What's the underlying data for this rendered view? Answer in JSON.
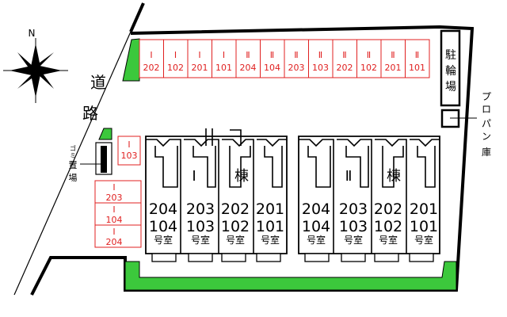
{
  "compass": {
    "north": "N"
  },
  "road": {
    "chars": [
      "道",
      "路"
    ]
  },
  "garbage": {
    "label_chars": [
      "ゴ",
      "ミ",
      "置",
      "場"
    ]
  },
  "parking_top": [
    {
      "bldg": "Ⅰ",
      "room": "202"
    },
    {
      "bldg": "Ⅰ",
      "room": "102"
    },
    {
      "bldg": "Ⅰ",
      "room": "201"
    },
    {
      "bldg": "Ⅰ",
      "room": "101"
    },
    {
      "bldg": "Ⅱ",
      "room": "204"
    },
    {
      "bldg": "Ⅱ",
      "room": "104"
    },
    {
      "bldg": "Ⅱ",
      "room": "203"
    },
    {
      "bldg": "Ⅱ",
      "room": "103"
    },
    {
      "bldg": "Ⅱ",
      "room": "202"
    },
    {
      "bldg": "Ⅱ",
      "room": "102"
    },
    {
      "bldg": "Ⅱ",
      "room": "201"
    },
    {
      "bldg": "Ⅱ",
      "room": "101"
    }
  ],
  "parking_single": {
    "bldg": "Ⅰ",
    "room": "103"
  },
  "parking_left": [
    {
      "bldg": "Ⅰ",
      "room": "203"
    },
    {
      "bldg": "Ⅰ",
      "room": "104"
    },
    {
      "bldg": "Ⅰ",
      "room": "204"
    }
  ],
  "bicycle": {
    "chars": [
      "駐",
      "輪",
      "場"
    ]
  },
  "propane": {
    "chars": [
      "プ",
      "ロ",
      "パ",
      "ン",
      "庫"
    ]
  },
  "building1": {
    "name": [
      "Ⅰ",
      "棟"
    ],
    "units": [
      {
        "upper": "204",
        "lower": "104",
        "suffix": "号室"
      },
      {
        "upper": "203",
        "lower": "103",
        "suffix": "号室"
      },
      {
        "upper": "202",
        "lower": "102",
        "suffix": "号室"
      },
      {
        "upper": "201",
        "lower": "101",
        "suffix": "号室"
      }
    ]
  },
  "building2": {
    "name": [
      "Ⅱ",
      "棟"
    ],
    "units": [
      {
        "upper": "204",
        "lower": "104",
        "suffix": "号室"
      },
      {
        "upper": "203",
        "lower": "103",
        "suffix": "号室"
      },
      {
        "upper": "202",
        "lower": "102",
        "suffix": "号室"
      },
      {
        "upper": "201",
        "lower": "101",
        "suffix": "号室"
      }
    ]
  },
  "colors": {
    "line": "#000000",
    "parking": "#e02020",
    "green": "#3cc83c"
  }
}
